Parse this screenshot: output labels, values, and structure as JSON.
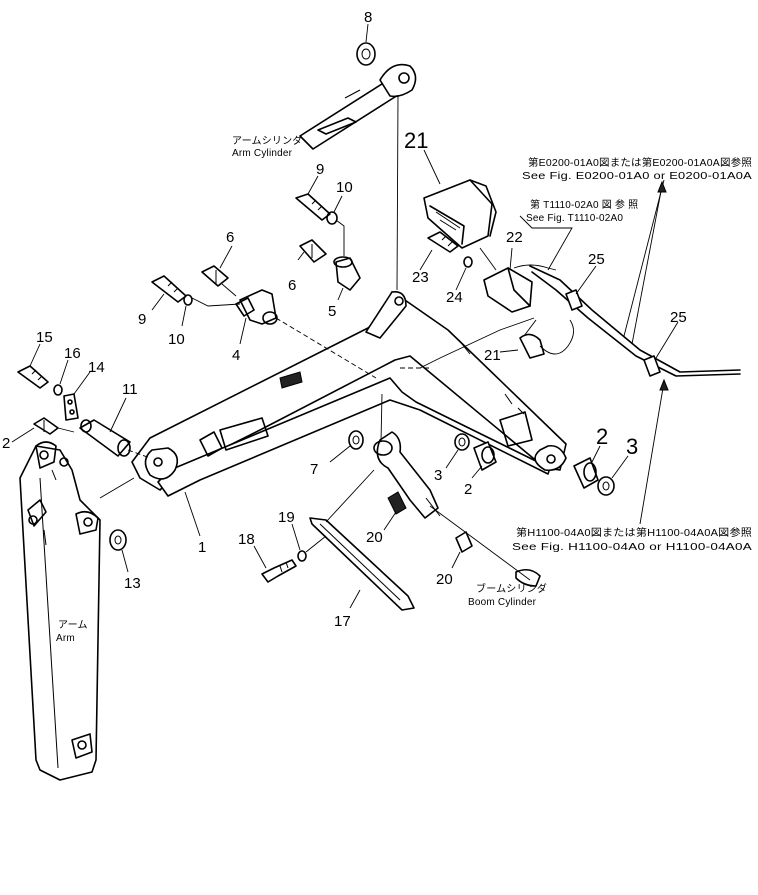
{
  "callouts": {
    "c8": "8",
    "c21_big": "21",
    "c9_top": "9",
    "c10_top": "10",
    "c6_top": "6",
    "c6_mid": "6",
    "c5": "5",
    "c9_left": "9",
    "c10_left": "10",
    "c4": "4",
    "c23": "23",
    "c24": "24",
    "c22": "22",
    "c25_a": "25",
    "c25_b": "25",
    "c21_small": "21",
    "c15": "15",
    "c16": "16",
    "c14": "14",
    "c11": "11",
    "c2_left": "2",
    "c1": "1",
    "c7": "7",
    "c3_mid": "3",
    "c2_mid": "2",
    "c2_right": "2",
    "c3_right": "3",
    "c13": "13",
    "c18": "18",
    "c19": "19",
    "c20_a": "20",
    "c20_b": "20",
    "c17": "17"
  },
  "labels": {
    "arm_cylinder_jp": "アームシリンダ",
    "arm_cylinder_en": "Arm  Cylinder",
    "ref_e0200_jp": "第E0200-01A0図または第E0200-01A0A図参照",
    "ref_e0200_en": "See Fig. E0200-01A0 or E0200-01A0A",
    "ref_t1110_jp": "第 T1110-02A0 図 参 照",
    "ref_t1110_en": "See Fig. T1110-02A0",
    "ref_h1100_jp": "第H1100-04A0図または第H1100-04A0A図参照",
    "ref_h1100_en": "See Fig. H1100-04A0 or H1100-04A0A",
    "boom_cylinder_jp": "ブームシリンダ",
    "boom_cylinder_en": "Boom  Cylinder",
    "arm_jp": "アーム",
    "arm_en": "Arm"
  }
}
